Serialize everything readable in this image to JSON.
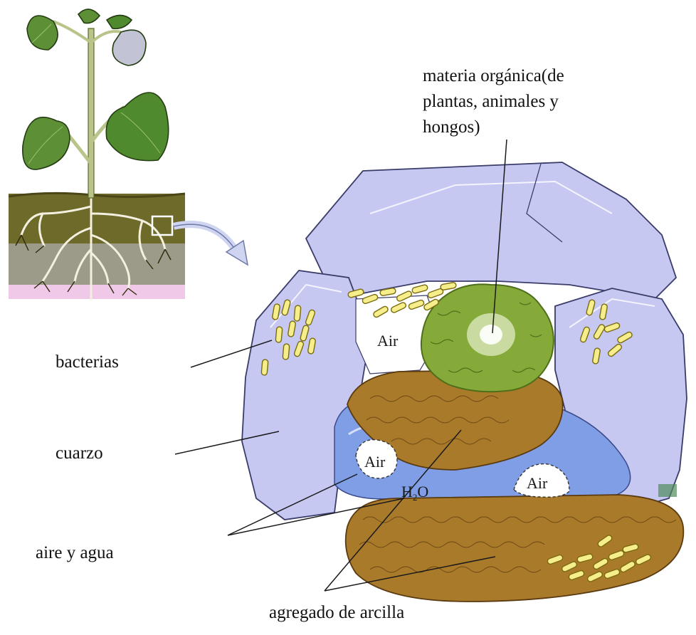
{
  "labels": {
    "materia_line1": "materia orgánica(de",
    "materia_line2": "plantas, animales y",
    "materia_line3": "hongos)",
    "bacterias": "bacterias",
    "cuarzo": "cuarzo",
    "aire_y_agua": "aire y agua",
    "agregado": "agregado de arcilla",
    "air_top": "Air",
    "air_left": "Air",
    "air_right": "Air",
    "h2o_h": "H",
    "h2o_sub": "2",
    "h2o_o": "O"
  },
  "colors": {
    "soil_top": "#6e6a2a",
    "soil_mid": "#9c9a88",
    "soil_bottom": "#f0c8e8",
    "quartz": "#c6c8f2",
    "quartz_light": "#dcdcf6",
    "clay": "#a97a2a",
    "clay_dark": "#6b4a14",
    "organic": "#86aa3a",
    "organic_dark": "#4e6e1a",
    "water": "#7f9ee6",
    "bacteria": "#f6ee8a",
    "leaf": "#5c8f36",
    "stem": "#b9c48a"
  }
}
